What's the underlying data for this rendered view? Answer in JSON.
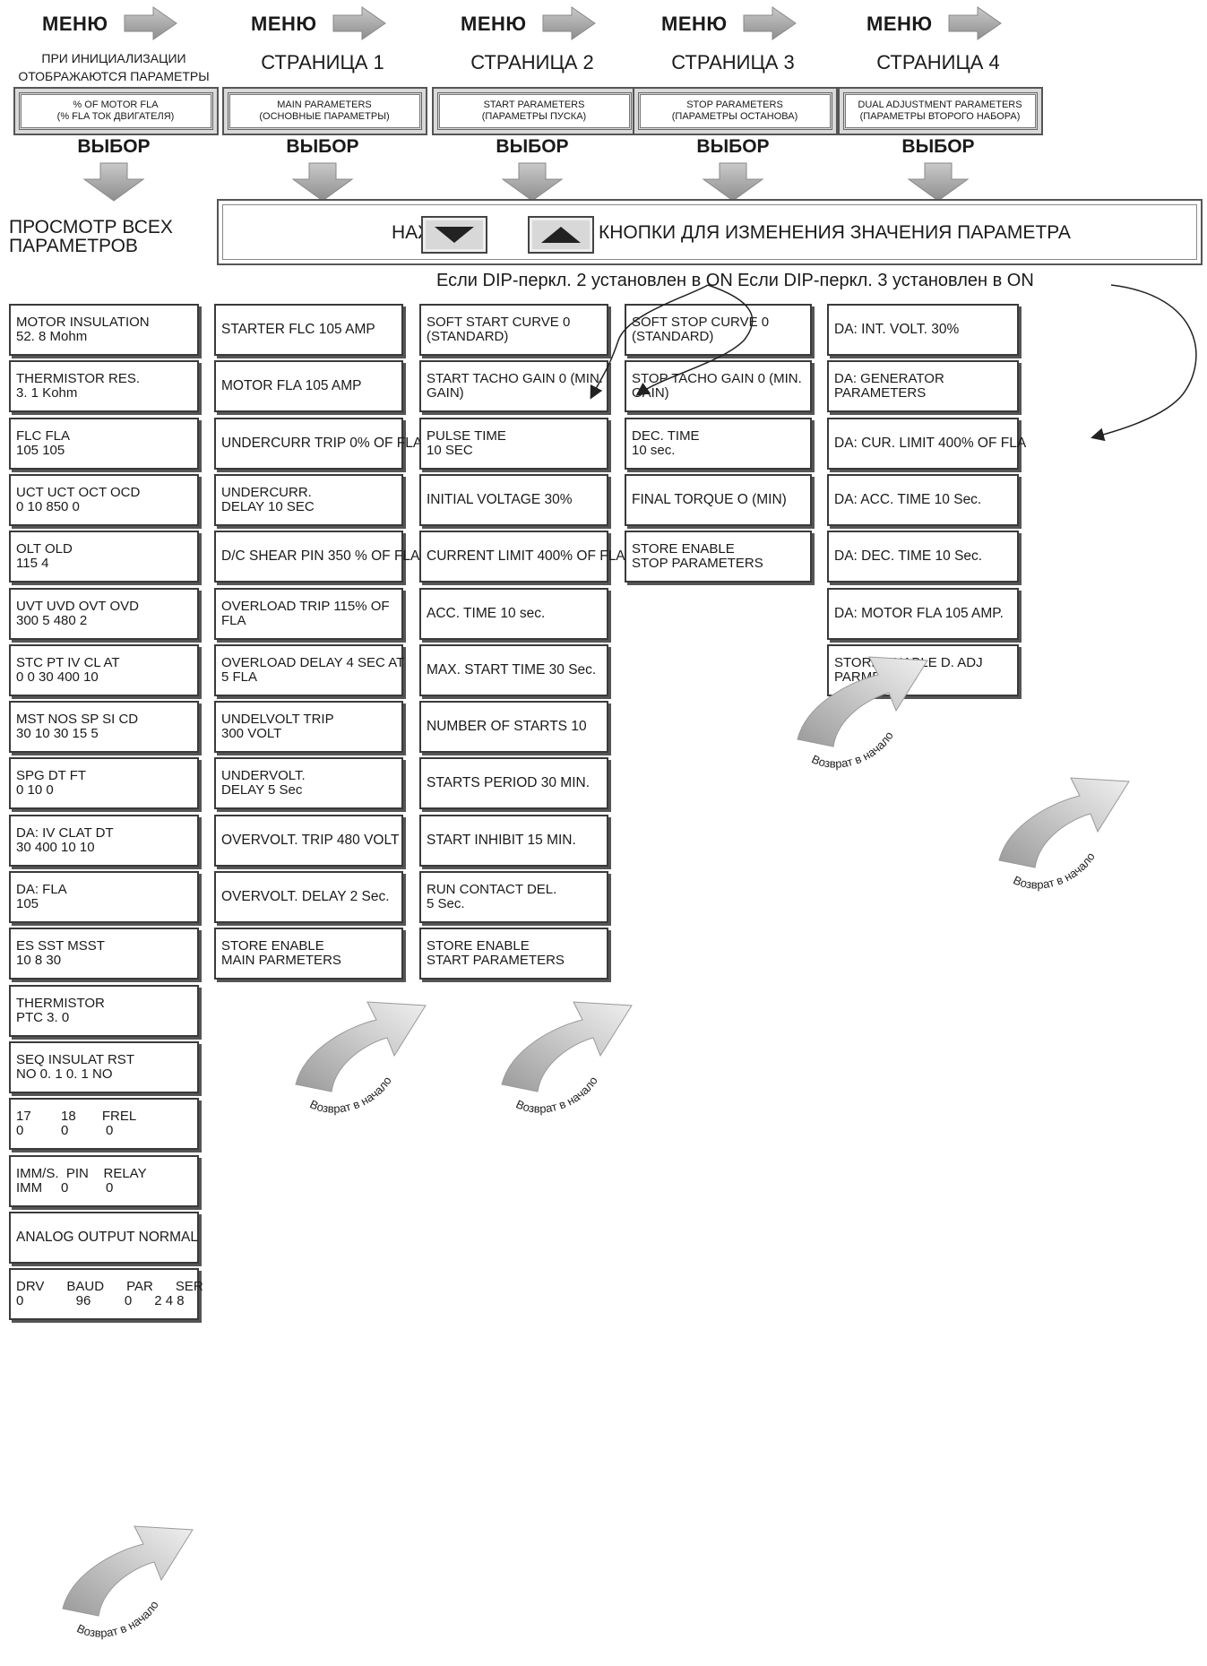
{
  "menu_label": "МЕНЮ",
  "select_label": "ВЫБОР",
  "init_note": [
    "ПРИ ИНИЦИАЛИЗАЦИИ",
    "ОТОБРАЖАЮТСЯ ПАРАМЕТРЫ"
  ],
  "pages": [
    {
      "title": "",
      "header": [
        "% OF MOTOR FLA",
        "(% FLA ТОК ДВИГАТЕЛЯ)"
      ]
    },
    {
      "title": "СТРАНИЦА 1",
      "header": [
        "MAIN PARAMETERS",
        "(ОСНОВНЫЕ ПАРАМЕТРЫ)"
      ]
    },
    {
      "title": "СТРАНИЦА 2",
      "header": [
        "START PARAMETERS",
        "(ПАРАМЕТРЫ ПУСКА)"
      ]
    },
    {
      "title": "СТРАНИЦА 3",
      "header": [
        "STOP PARAMETERS",
        "(ПАРАМЕТРЫ ОСТАНОВА)"
      ]
    },
    {
      "title": "СТРАНИЦА 4",
      "header": [
        "DUAL ADJUSTMENT PARAMETERS",
        "(ПАРАМЕТРЫ ВТОРОГО НАБОРА)"
      ]
    }
  ],
  "view_all": [
    "ПРОСМОТР ВСЕХ",
    "ПАРАМЕТРОВ"
  ],
  "instruction": {
    "press": "НАЖАТЬ",
    "rest": "КНОПКИ ДЛЯ ИЗМЕНЕНИЯ ЗНАЧЕНИЯ ПАРАМЕТРА"
  },
  "dip_notes": [
    "Если DIP-перкл. 2 установлен в ON",
    "Если DIP-перкл. 3 установлен в ON"
  ],
  "return_label": "Возврат в начало",
  "columns": [
    [
      "MOTOR INSULATION\n52. 8 Mohm",
      "THERMISTOR RES.\n3. 1 Kohm",
      "FLC FLA\n105 105",
      "UCT UCT OCT OCD\n0 10 850 0",
      "OLT OLD\n115 4",
      "UVT UVD OVT OVD\n300 5 480 2",
      "STC PT IV CL AT\n0 0 30 400 10",
      "MST NOS SP SI CD\n30 10 30 15 5",
      "SPG DT FT\n0 10 0",
      "DA: IV CLAT DT\n30 400 10 10",
      "DA: FLA\n105",
      "ES SST MSST\n10 8 30",
      "THERMISTOR\nPTC 3. 0",
      "SEQ INSULAT RST\nNO 0. 1 0. 1 NO",
      "17        18       FREL\n0          0          0",
      "IMM/S.  PIN    RELAY\nIMM     0          0",
      "ANALOG OUTPUT NORMAL",
      "DRV      BAUD      PAR      SER\n0              96         0      2 4 8"
    ],
    [
      "STARTER FLC 105 AMP",
      "MOTOR FLA 105 AMP",
      "UNDERCURR TRIP 0% OF FLA",
      "UNDERCURR.\nDELAY 10 SEC",
      "D/C SHEAR PIN 350 % OF FLA",
      "OVERLOAD TRIP 115% OF\nFLA",
      "OVERLOAD DELAY 4 SEC AT\n5 FLA",
      "UNDELVOLT TRIP\n300 VOLT",
      "UNDERVOLT.\nDELAY 5 Sec",
      "OVERVOLT. TRIP 480 VOLT",
      "OVERVOLT. DELAY 2 Sec.",
      "STORE ENABLE\nMAIN PARMETERS"
    ],
    [
      "SOFT START CURVE 0\n(STANDARD)",
      "START TACHO GAIN 0 (MIN.\nGAIN)",
      "PULSE TIME\n10 SEC",
      "INITIAL VOLTAGE 30%",
      "CURRENT LIMIT 400% OF FLA",
      "ACC. TIME 10 sec.",
      "MAX. START TIME 30 Sec.",
      "NUMBER OF STARTS 10",
      "STARTS PERIOD 30 MIN.",
      "START INHIBIT 15 MIN.",
      "RUN CONTACT DEL.\n5 Sec.",
      "STORE ENABLE\nSTART PARAMETERS"
    ],
    [
      "SOFT STOP CURVE 0\n(STANDARD)",
      "STOP TACHO GAIN 0 (MIN.\nGAIN)",
      "DEC. TIME\n10 sec.",
      "FINAL TORQUE O (MIN)",
      "STORE ENABLE\nSTOP PARAMETERS"
    ],
    [
      "DA: INT. VOLT. 30%",
      "DA: GENERATOR\nPARAMETERS",
      "DA: CUR. LIMIT 400% OF FLA",
      "DA: ACC. TIME 10 Sec.",
      "DA: DEC. TIME 10 Sec.",
      "DA: MOTOR FLA 105 AMP.",
      "STORE ENABLE D. ADJ\nPARMETERS"
    ]
  ]
}
